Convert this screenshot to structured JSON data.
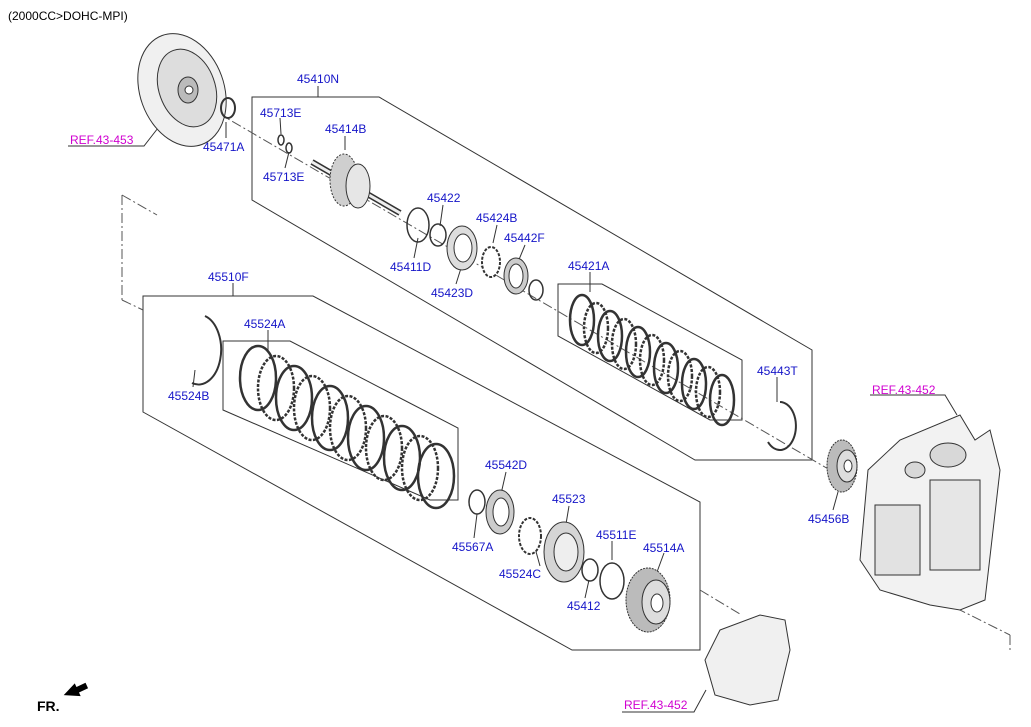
{
  "header": "(2000CC>DOHC-MPI)",
  "fr_label": "FR.",
  "refs": {
    "top_left": "REF.43-453",
    "right": "REF.43-452",
    "bottom": "REF.43-452"
  },
  "parts": {
    "p45410N": "45410N",
    "p45713E_a": "45713E",
    "p45713E_b": "45713E",
    "p45414B": "45414B",
    "p45471A": "45471A",
    "p45422": "45422",
    "p45424B": "45424B",
    "p45442F": "45442F",
    "p45411D": "45411D",
    "p45423D": "45423D",
    "p45421A": "45421A",
    "p45443T": "45443T",
    "p45456B": "45456B",
    "p45510F": "45510F",
    "p45524A": "45524A",
    "p45524B": "45524B",
    "p45542D": "45542D",
    "p45523": "45523",
    "p45511E": "45511E",
    "p45514A": "45514A",
    "p45567A": "45567A",
    "p45524C": "45524C",
    "p45412": "45412"
  },
  "colors": {
    "part_label": "#1515c8",
    "ref_label": "#d000d0",
    "line": "#333333"
  }
}
